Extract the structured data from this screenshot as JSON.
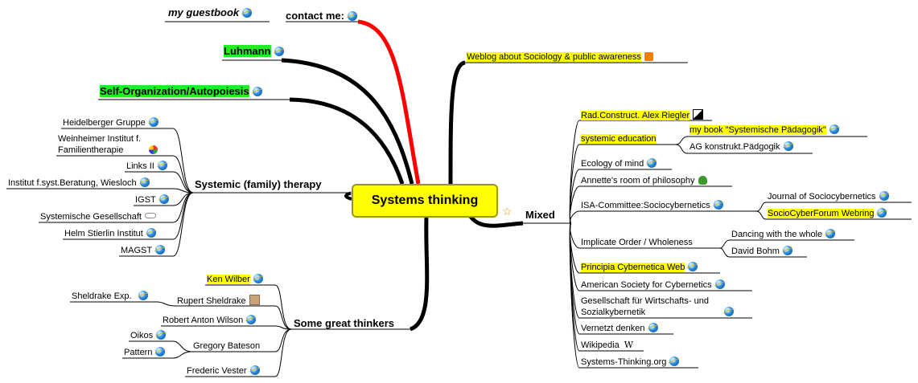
{
  "center": "Systems thinking",
  "top": {
    "guestbook": "my guestbook",
    "contact": "contact me:",
    "luhmann": "Luhmann",
    "selforg": "Self-Organization/Autopoiesis"
  },
  "therapy": {
    "label": "Systemic (family) therapy",
    "items": [
      "Heidelberger Gruppe",
      "Weinheimer Institut f.",
      "Familientherapie",
      "Links II",
      "Institut f.syst.Beratung, Wiesloch",
      "IGST",
      "Systemische Gesellschaft",
      "Helm Stierlin  Institut",
      "MAGST"
    ]
  },
  "thinkers": {
    "label": "Some great thinkers",
    "ken": "Ken Wilber",
    "sheldrake_exp": "Sheldrake Exp.",
    "rupert": "Rupert Sheldrake",
    "robert": "Robert Anton Wilson",
    "oikos": "Oikos",
    "pattern": "Pattern",
    "gregory": "Gregory Bateson",
    "vester": "Frederic Vester"
  },
  "weblog": "Weblog about Sociology & public awareness",
  "mixed": {
    "label": "Mixed",
    "riegler": "Rad.Construct. Alex Riegler",
    "systemic_edu": "systemic education",
    "my_book": "my book \"Systemische Pädagogik\"",
    "ag": "AG konstrukt.Pädgogik",
    "ecology": "Ecology of mind",
    "annette": "Annette's room of philosophy",
    "isa": "ISA-Committee:Sociocybernetics",
    "journal": "Journal of Sociocybernetics",
    "socioforum": "SocioCyberForum Webring",
    "implicate": "Implicate Order / Wholeness",
    "dancing": "Dancing with the whole",
    "bohm": "David Bohm",
    "principia": "Principia Cybernetica Web",
    "asc": "American Society for Cybernetics",
    "gesellschaft1": "Gesellschaft für Wirtschafts- und",
    "gesellschaft2": "Sozialkybernetik",
    "vernetzt": "Vernetzt denken",
    "wikipedia": "Wikipedia",
    "systems_org": "Systems-Thinking.org"
  },
  "colors": {
    "highlight": "#ffff00",
    "green": "#22ee22",
    "contact_branch": "#ff0000",
    "branch": "#000000"
  }
}
